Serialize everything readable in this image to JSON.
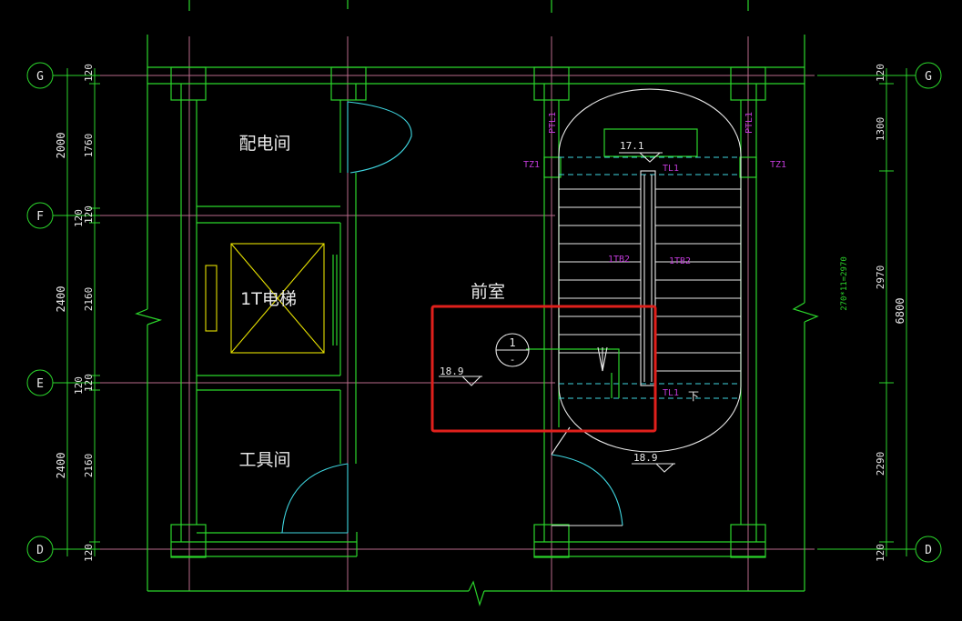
{
  "axes": {
    "G": "G",
    "F": "F",
    "E": "E",
    "D": "D"
  },
  "rooms": {
    "power_room": "配电间",
    "elevator": "1T电梯",
    "tool_room": "工具间",
    "front_room": "前室"
  },
  "left_dims": {
    "outer": [
      "2000",
      "2400",
      "2400"
    ],
    "inner": [
      "120",
      "1760",
      "120",
      "2160",
      "120",
      "2160",
      "120"
    ],
    "overlap1": "120",
    "overlap2": "120"
  },
  "right_dims": {
    "inner": [
      "120",
      "1300",
      "2970",
      "2290",
      "120"
    ],
    "total": "6800",
    "stair_formula": "270*11=2970"
  },
  "elevations": {
    "landing_top": "17.1",
    "floor_front": "18.9",
    "floor_bottom": "18.9"
  },
  "labels": {
    "tz1_left": "TZ1",
    "tz1_right": "TZ1",
    "tl1_top": "TL1",
    "tl1_bottom": "TL1",
    "ptl1_left": "PTL1",
    "ptl1_right": "PTL1",
    "tb2_left": "1TB2",
    "tb2_right": "1TB2",
    "section_num": "1",
    "section_sheet": "-",
    "down_arrow": "下"
  },
  "colors": {
    "background": "#000000",
    "wall": "#2bd52b",
    "axis": "#b86a8a",
    "highlight": "#e0201c",
    "annotation": "#c03ad8",
    "door": "#3fd6e0",
    "elevator": "#e6e000"
  }
}
